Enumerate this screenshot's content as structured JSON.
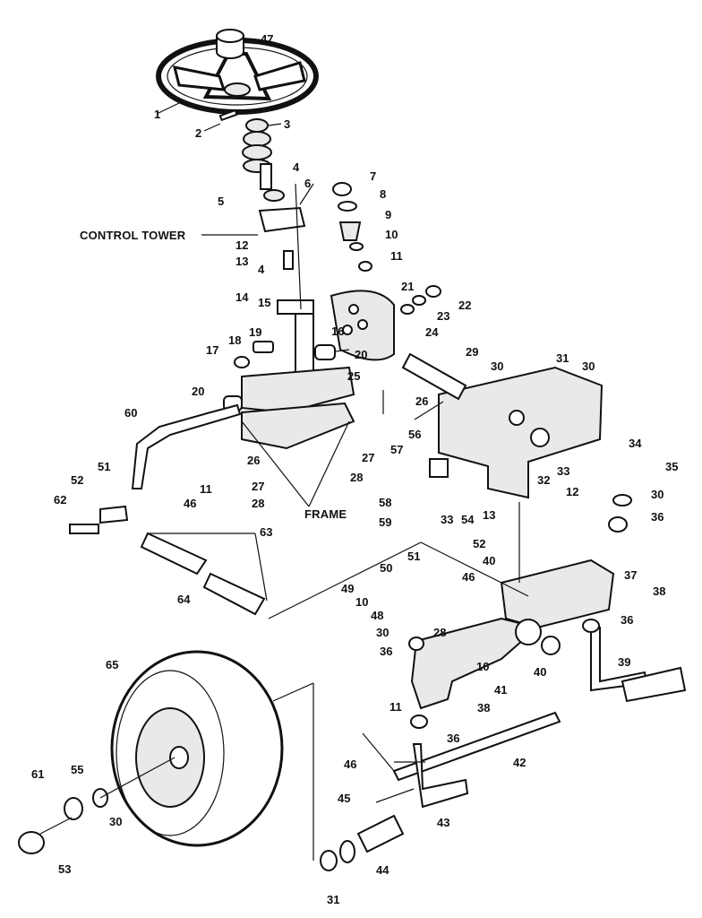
{
  "named_labels": {
    "control_tower": "CONTROL TOWER",
    "frame": "FRAME"
  },
  "callouts": [
    {
      "id": "c47",
      "text": "47"
    },
    {
      "id": "c1",
      "text": "1"
    },
    {
      "id": "c2",
      "text": "2"
    },
    {
      "id": "c3",
      "text": "3"
    },
    {
      "id": "c4a",
      "text": "4"
    },
    {
      "id": "c5",
      "text": "5"
    },
    {
      "id": "c6",
      "text": "6"
    },
    {
      "id": "c7",
      "text": "7"
    },
    {
      "id": "c8",
      "text": "8"
    },
    {
      "id": "c9",
      "text": "9"
    },
    {
      "id": "c10a",
      "text": "10"
    },
    {
      "id": "c11a",
      "text": "11"
    },
    {
      "id": "c12a",
      "text": "12"
    },
    {
      "id": "c13a",
      "text": "13"
    },
    {
      "id": "c4b",
      "text": "4"
    },
    {
      "id": "c14",
      "text": "14"
    },
    {
      "id": "c15",
      "text": "15"
    },
    {
      "id": "c21",
      "text": "21"
    },
    {
      "id": "c22",
      "text": "22"
    },
    {
      "id": "c23",
      "text": "23"
    },
    {
      "id": "c24",
      "text": "24"
    },
    {
      "id": "c16",
      "text": "16"
    },
    {
      "id": "c19",
      "text": "19"
    },
    {
      "id": "c18",
      "text": "18"
    },
    {
      "id": "c17",
      "text": "17"
    },
    {
      "id": "c20a",
      "text": "20"
    },
    {
      "id": "c29",
      "text": "29"
    },
    {
      "id": "c30a",
      "text": "30"
    },
    {
      "id": "c31a",
      "text": "31"
    },
    {
      "id": "c30b",
      "text": "30"
    },
    {
      "id": "c25",
      "text": "25"
    },
    {
      "id": "c26a",
      "text": "26"
    },
    {
      "id": "c20b",
      "text": "20"
    },
    {
      "id": "c60",
      "text": "60"
    },
    {
      "id": "c34",
      "text": "34"
    },
    {
      "id": "c56",
      "text": "56"
    },
    {
      "id": "c27a",
      "text": "27"
    },
    {
      "id": "c26b",
      "text": "26"
    },
    {
      "id": "c28a",
      "text": "28"
    },
    {
      "id": "c57",
      "text": "57"
    },
    {
      "id": "c33a",
      "text": "33"
    },
    {
      "id": "c32",
      "text": "32"
    },
    {
      "id": "c12b",
      "text": "12"
    },
    {
      "id": "c35",
      "text": "35"
    },
    {
      "id": "c51a",
      "text": "51"
    },
    {
      "id": "c11b",
      "text": "11"
    },
    {
      "id": "c52a",
      "text": "52"
    },
    {
      "id": "c27b",
      "text": "27"
    },
    {
      "id": "c46a",
      "text": "46"
    },
    {
      "id": "c28b",
      "text": "28"
    },
    {
      "id": "c58",
      "text": "58"
    },
    {
      "id": "c30c",
      "text": "30"
    },
    {
      "id": "c62",
      "text": "62"
    },
    {
      "id": "c33b",
      "text": "33"
    },
    {
      "id": "c54",
      "text": "54"
    },
    {
      "id": "c13b",
      "text": "13"
    },
    {
      "id": "c36a",
      "text": "36"
    },
    {
      "id": "c59",
      "text": "59"
    },
    {
      "id": "c63",
      "text": "63"
    },
    {
      "id": "c52b",
      "text": "52"
    },
    {
      "id": "c51b",
      "text": "51"
    },
    {
      "id": "c50",
      "text": "50"
    },
    {
      "id": "c40a",
      "text": "40"
    },
    {
      "id": "c37",
      "text": "37"
    },
    {
      "id": "c46b",
      "text": "46"
    },
    {
      "id": "c64",
      "text": "64"
    },
    {
      "id": "c49",
      "text": "49"
    },
    {
      "id": "c10b",
      "text": "10"
    },
    {
      "id": "c38a",
      "text": "38"
    },
    {
      "id": "c48",
      "text": "48"
    },
    {
      "id": "c36b",
      "text": "36"
    },
    {
      "id": "c30d",
      "text": "30"
    },
    {
      "id": "c28c",
      "text": "28"
    },
    {
      "id": "c36c",
      "text": "36"
    },
    {
      "id": "c65",
      "text": "65"
    },
    {
      "id": "c10c",
      "text": "10"
    },
    {
      "id": "c40b",
      "text": "40"
    },
    {
      "id": "c39",
      "text": "39"
    },
    {
      "id": "c41",
      "text": "41"
    },
    {
      "id": "c38b",
      "text": "38"
    },
    {
      "id": "c11c",
      "text": "11"
    },
    {
      "id": "c36d",
      "text": "36"
    },
    {
      "id": "c42",
      "text": "42"
    },
    {
      "id": "c46c",
      "text": "46"
    },
    {
      "id": "c61",
      "text": "61"
    },
    {
      "id": "c55",
      "text": "55"
    },
    {
      "id": "c45",
      "text": "45"
    },
    {
      "id": "c43",
      "text": "43"
    },
    {
      "id": "c30e",
      "text": "30"
    },
    {
      "id": "c44",
      "text": "44"
    },
    {
      "id": "c53",
      "text": "53"
    },
    {
      "id": "c31b",
      "text": "31"
    }
  ]
}
